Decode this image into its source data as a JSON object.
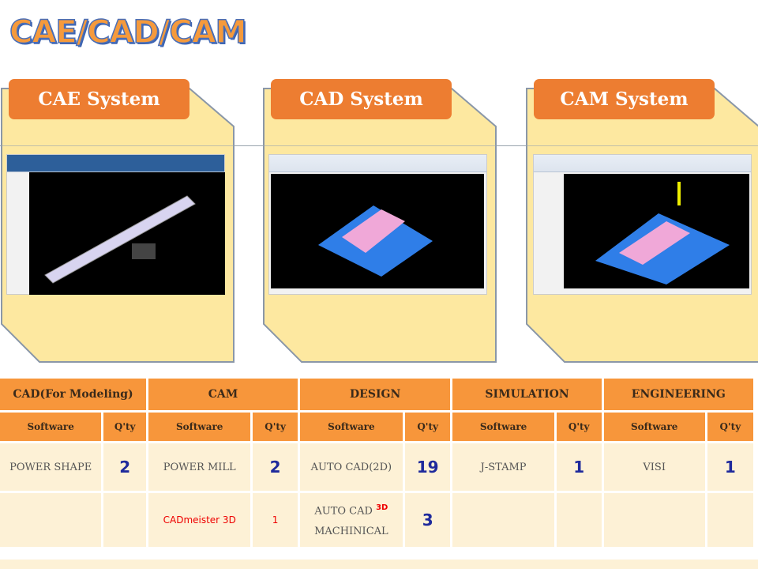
{
  "title": "CAE/CAD/CAM",
  "systems": [
    {
      "label": "CAE System"
    },
    {
      "label": "CAD System"
    },
    {
      "label": "CAM System"
    }
  ],
  "table": {
    "groups": [
      "CAD(For Modeling)",
      "CAM",
      "DESIGN",
      "SIMULATION",
      "ENGINEERING"
    ],
    "sub_software": "Software",
    "sub_qty": "Q'ty",
    "rows": [
      {
        "cad": "POWER SHAPE",
        "cad_q": "2",
        "cam": "POWER MILL",
        "cam_q": "2",
        "design": "AUTO CAD(2D)",
        "design_q": "19",
        "sim": "J-STAMP",
        "sim_q": "1",
        "eng": "VISI",
        "eng_q": "1"
      },
      {
        "cam": "CADmeister 3D",
        "cam_q": "1",
        "design_a": "AUTO CAD",
        "design_sup": "3D",
        "design_b": "MACHINICAL",
        "design_q": "3"
      }
    ]
  },
  "colors": {
    "accent": "#ed7d31",
    "card": "#fde8a0",
    "header": "#f7963b",
    "cell": "#fdf1d6",
    "qty": "#1f2a9c"
  }
}
